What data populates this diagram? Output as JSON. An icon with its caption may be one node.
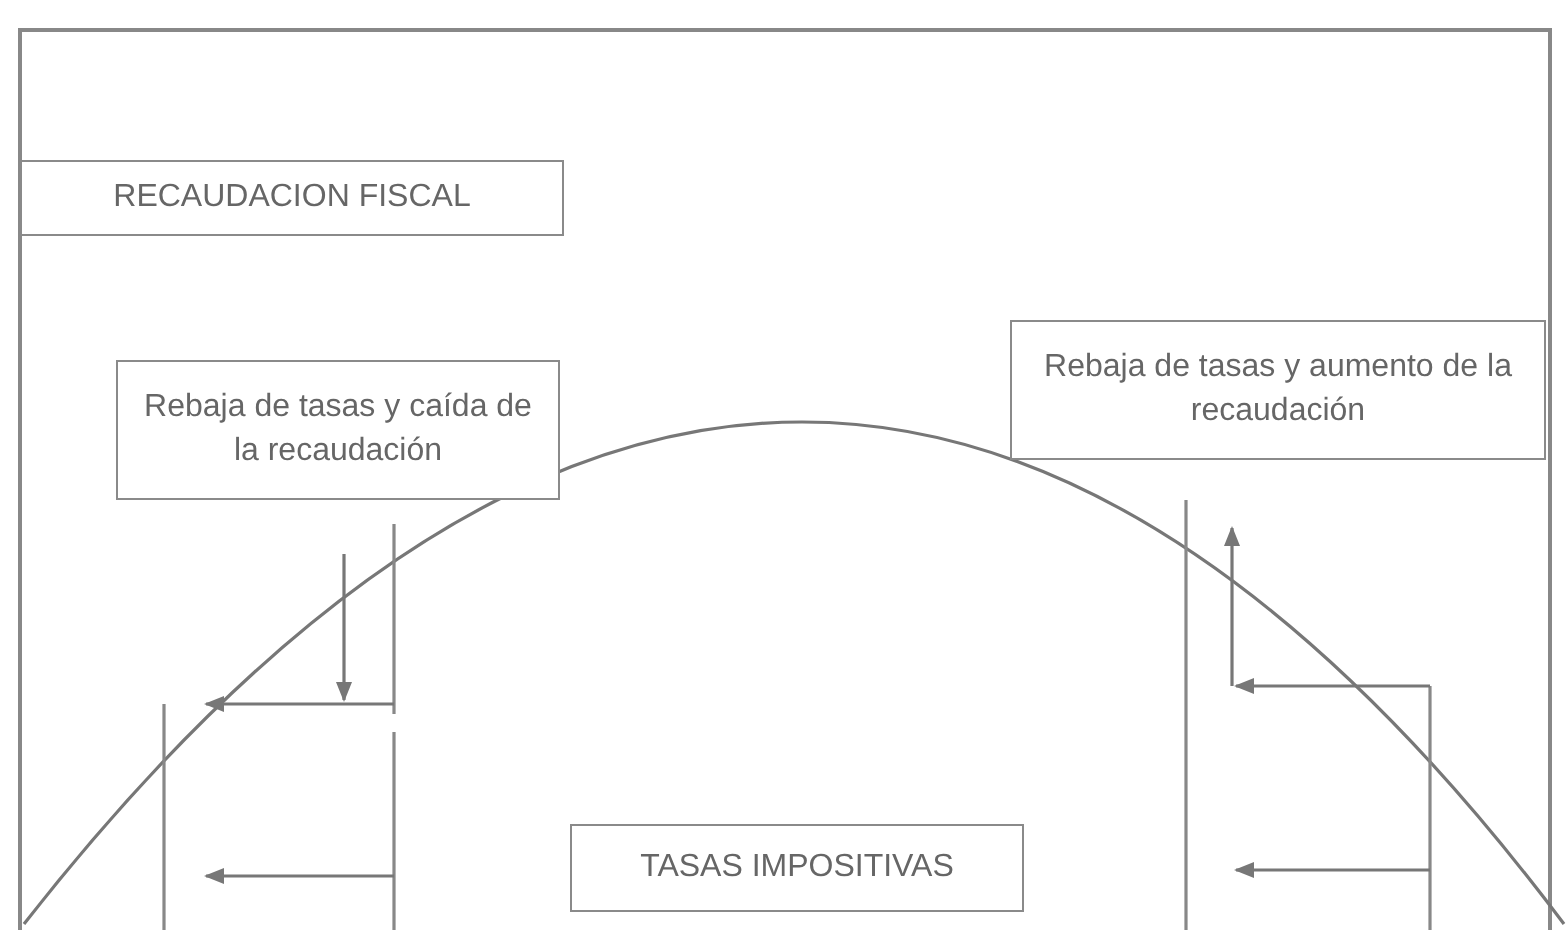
{
  "diagram": {
    "nodes": [
      {
        "text": [
          "RECAUDACION FISCAL"
        ]
      },
      {
        "text": [
          "Rebaja de tasas y caída de la recaudación"
        ]
      },
      {
        "text": [
          "Rebaja de tasas y aumento de la recaudación"
        ]
      },
      {
        "text": [
          "TASAS IMPOSITIVAS"
        ]
      }
    ]
  }
}
